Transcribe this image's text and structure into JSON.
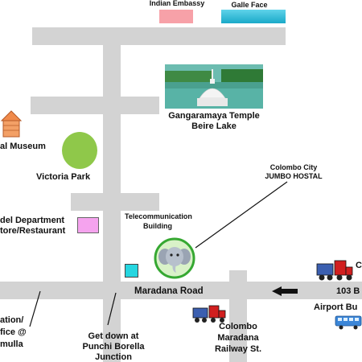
{
  "map": {
    "labels": {
      "indian_embassy": "Indian Embassy",
      "galle_face": "Galle Face",
      "gangaramaya_line1": "Gangaramaya Temple",
      "gangaramaya_line2": "Beire Lake",
      "museum": "al Museum",
      "victoria_park": "Victoria Park",
      "department_line1": "del Department",
      "department_line2": "tore/Restaurant",
      "telecom_line1": "Telecommunication",
      "telecom_line2": "Building",
      "hostel_line1": "Colombo City",
      "hostel_line2": "JUMBO HOSTAL",
      "maradana_road": "Maradana Road",
      "road_103": "103 B",
      "airport_bus": "Airport Bu",
      "train_right_letter": "C",
      "station_line1": "ation/",
      "station_line2": "fice @",
      "station_line3": "mulla",
      "get_down_line1": "Get down at",
      "get_down_line2": "Punchi Borella",
      "get_down_line3": "Junction",
      "railway_line1": "Colombo",
      "railway_line2": "Maradana",
      "railway_line3": "Railway St."
    },
    "colors": {
      "road": "#d3d3d3",
      "embassy": "#f7a1a8",
      "galle_face": "#22bdd8",
      "park": "#8fc84a",
      "department": "#f5a3ee",
      "telecom": "#26d6e0",
      "hostel_ring": "#36a832",
      "museum": "#f08a4b",
      "train": "#d11f1f",
      "bus": "#3b86d8"
    },
    "icons": {
      "museum": "house-icon",
      "hostel": "elephant-logo-icon",
      "temple": "stupa-icon",
      "train": "train-icon",
      "bus": "bus-icon",
      "direction": "left-arrow-icon"
    }
  }
}
